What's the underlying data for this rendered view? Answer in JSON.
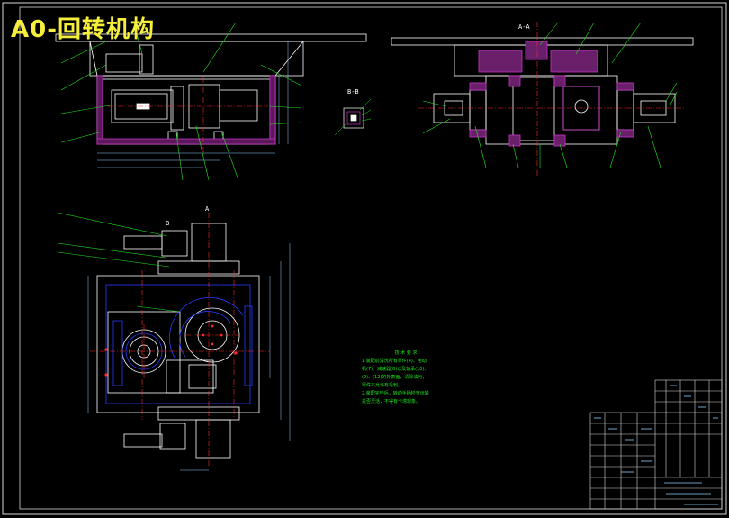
{
  "title": "A0-回转机构",
  "section_labels": {
    "aa_top": "A-A",
    "bb": "B-B",
    "a_top_plan": "A",
    "b_plan": "B"
  },
  "technical_requirements": {
    "heading": "技 术 要 求",
    "lines": [
      "1.装配前清洗所有零件(4)、电动",
      "机(7)、减速器(8)以及轴承(10)、",
      "(9)、(12)的外表面，清除油污，",
      "零件不允许有毛刺。",
      "2.装配完毕后，转动手柄检查运转",
      "是否灵活，不得有卡滞现象。"
    ]
  },
  "colors": {
    "background": "#000000",
    "outline": "#ffffff",
    "leader": "#1ee61e",
    "dimension": "#8cd2ff",
    "hatch": "#c832c8",
    "center": "#ff2a2a",
    "title": "#f5ee3a",
    "frame": "#d8d8d8"
  }
}
